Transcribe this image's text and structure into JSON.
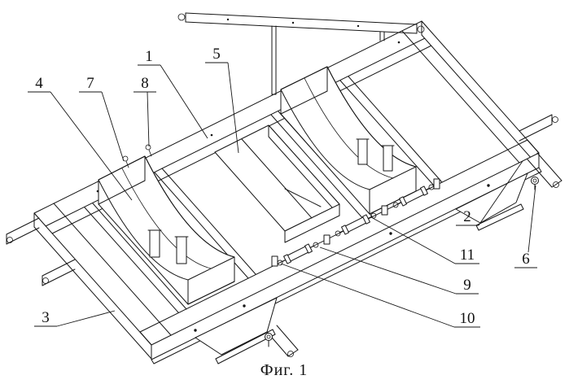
{
  "figure": {
    "caption": "Фиг. 1",
    "callouts": [
      {
        "label": "1"
      },
      {
        "label": "2"
      },
      {
        "label": "3"
      },
      {
        "label": "4"
      },
      {
        "label": "5"
      },
      {
        "label": "6"
      },
      {
        "label": "7"
      },
      {
        "label": "8"
      },
      {
        "label": "9"
      },
      {
        "label": "10"
      },
      {
        "label": "11"
      }
    ]
  }
}
